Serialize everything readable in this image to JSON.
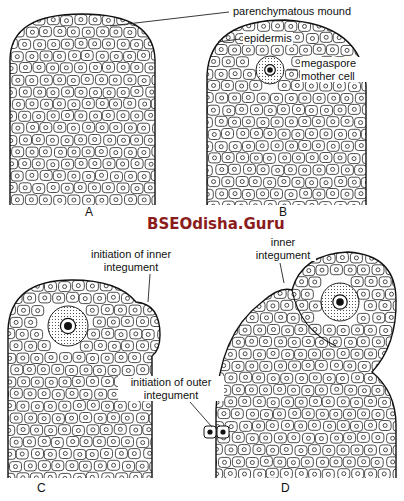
{
  "diagram": {
    "labels": [
      "parenchymatous mound",
      "epidermis",
      "megaspore mother cell",
      "A",
      "B",
      "BSEOdisha.Guru",
      "initiation of inner integument",
      "initiation of outer integument",
      "C",
      "inner integument",
      "D"
    ]
  }
}
